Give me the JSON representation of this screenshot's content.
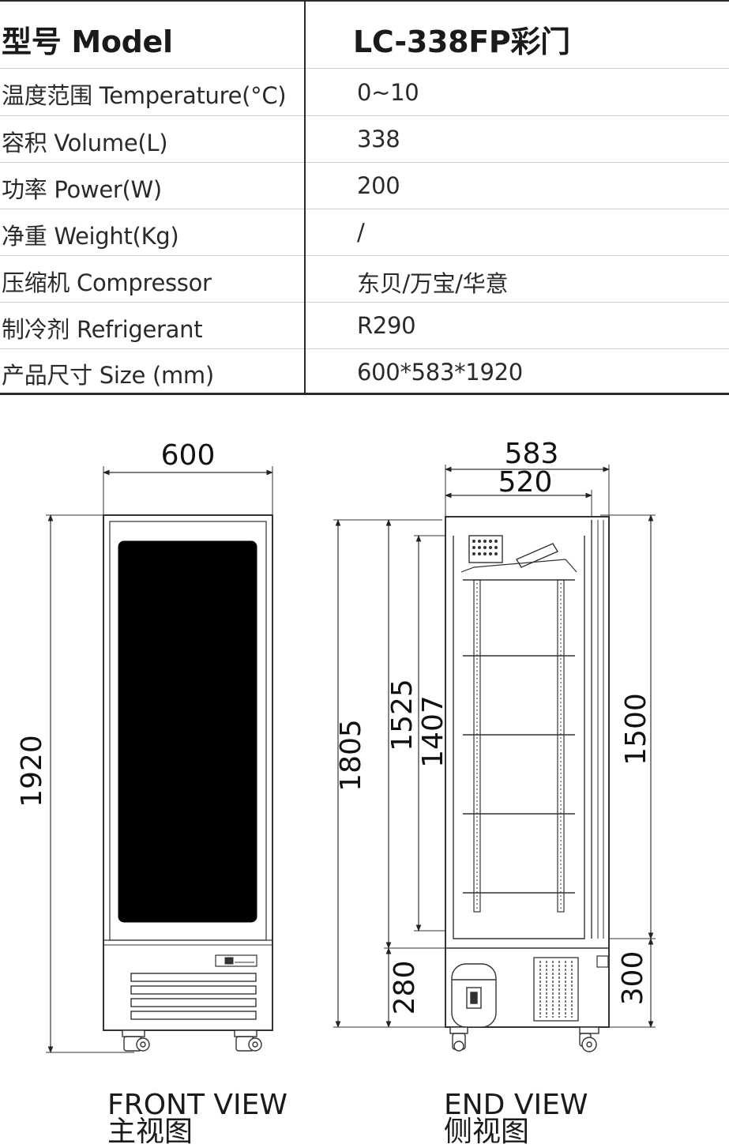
{
  "spec_table": {
    "header": {
      "label": "型号 Model",
      "value": "LC-338FP彩门"
    },
    "rows": [
      {
        "label": "温度范围 Temperature(°C)",
        "value": "0~10"
      },
      {
        "label": "容积 Volume(L)",
        "value": "338"
      },
      {
        "label": "功率 Power(W)",
        "value": "200"
      },
      {
        "label": "净重 Weight(Kg)",
        "value": "/"
      },
      {
        "label": "压缩机 Compressor",
        "value": "东贝/万宝/华意"
      },
      {
        "label": "制冷剂 Refrigerant",
        "value": "R290"
      },
      {
        "label": "产品尺寸 Size (mm)",
        "value": "600*583*1920"
      }
    ]
  },
  "front_view": {
    "dims": {
      "width": "600",
      "height": "1920"
    },
    "caption_en": "FRONT VIEW",
    "caption_zh": "主视图"
  },
  "end_view": {
    "dims": {
      "depth": "583",
      "inner_depth": "520",
      "height_1805": "1805",
      "height_1525": "1525",
      "height_1407": "1407",
      "height_1500": "1500",
      "base_280": "280",
      "base_300": "300"
    },
    "caption_en": "END VIEW",
    "caption_zh": "侧视图"
  }
}
